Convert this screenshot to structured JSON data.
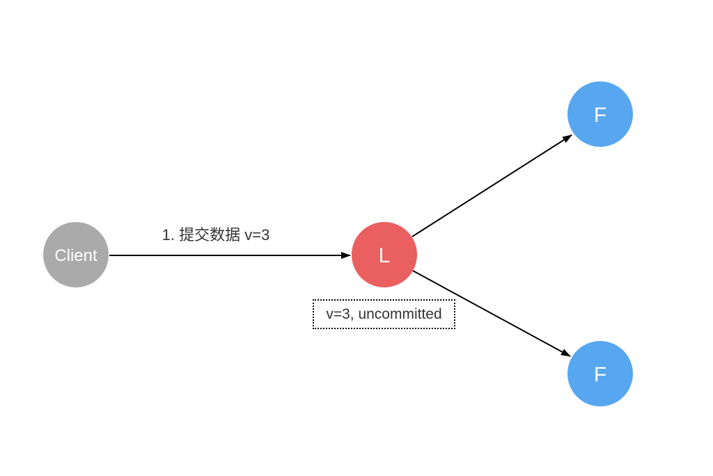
{
  "diagram": {
    "background": "#ffffff",
    "nodes": {
      "client": {
        "label": "Client",
        "color": "#aaaaaa",
        "text_color": "#ffffff"
      },
      "leader": {
        "label": "L",
        "color": "#ea5f5f",
        "text_color": "#ffffff"
      },
      "follower_top": {
        "label": "F",
        "color": "#57a6f0",
        "text_color": "#ffffff"
      },
      "follower_bottom": {
        "label": "F",
        "color": "#57a6f0",
        "text_color": "#ffffff"
      }
    },
    "edges": {
      "client_to_leader": {
        "label": "1. 提交数据 v=3"
      }
    },
    "note": {
      "text": "v=3, uncommitted",
      "border_color": "#000000"
    },
    "arrow_color": "#000000",
    "label_color": "#333333"
  }
}
